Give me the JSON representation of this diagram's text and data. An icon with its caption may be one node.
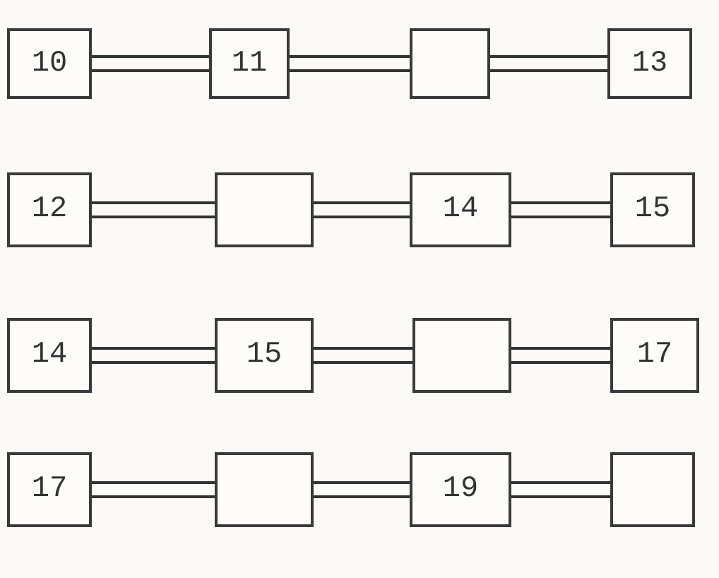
{
  "diagram": {
    "nodes": [
      {
        "text": [
          "10"
        ]
      },
      {
        "text": [
          "11"
        ]
      },
      {
        "text": [],
        "shape": "box"
      },
      {
        "text": [
          "13"
        ]
      },
      {
        "text": [
          "12"
        ]
      },
      {
        "text": [],
        "shape": "box"
      },
      {
        "text": [
          "14"
        ]
      },
      {
        "text": [
          "15"
        ]
      },
      {
        "text": [
          "14"
        ]
      },
      {
        "text": [
          "15"
        ]
      },
      {
        "text": [],
        "shape": "box"
      },
      {
        "text": [
          "17"
        ]
      },
      {
        "text": [
          "17"
        ]
      },
      {
        "text": [],
        "shape": "box"
      },
      {
        "text": [
          "19"
        ]
      },
      {
        "text": [],
        "shape": "box"
      }
    ],
    "edges": [
      {
        "from": 0,
        "to": 1,
        "arrow": "none"
      },
      {
        "from": 1,
        "to": 2,
        "arrow": "none"
      },
      {
        "from": 2,
        "to": 3,
        "arrow": "none"
      },
      {
        "from": 4,
        "to": 5,
        "arrow": "none"
      },
      {
        "from": 5,
        "to": 6,
        "arrow": "none"
      },
      {
        "from": 6,
        "to": 7,
        "arrow": "none"
      },
      {
        "from": 8,
        "to": 9,
        "arrow": "none"
      },
      {
        "from": 9,
        "to": 10,
        "arrow": "none"
      },
      {
        "from": 10,
        "to": 11,
        "arrow": "none"
      },
      {
        "from": 12,
        "to": 13,
        "arrow": "none"
      },
      {
        "from": 13,
        "to": 14,
        "arrow": "none"
      },
      {
        "from": 14,
        "to": 15,
        "arrow": "none"
      }
    ]
  }
}
